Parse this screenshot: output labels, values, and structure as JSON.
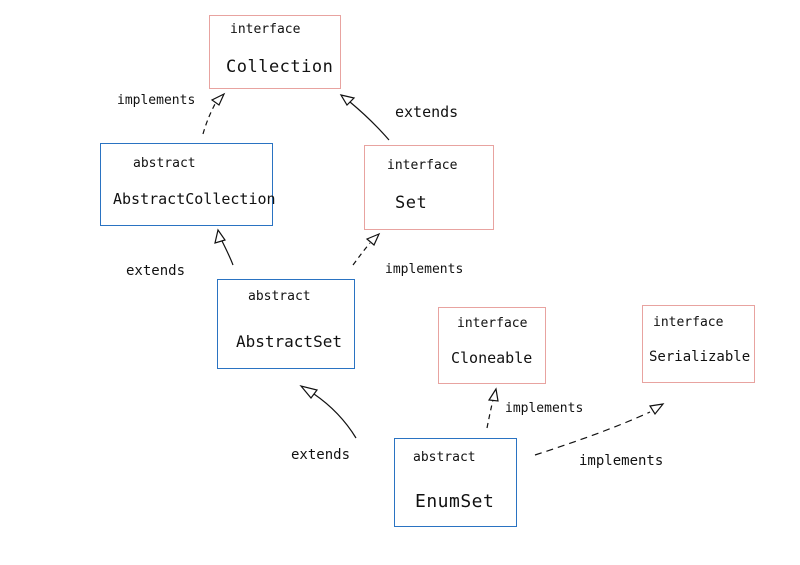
{
  "classes": {
    "collection": {
      "stereotype": "interface",
      "name": "Collection"
    },
    "abstract_collection": {
      "stereotype": "abstract",
      "name": "AbstractCollection"
    },
    "set": {
      "stereotype": "interface",
      "name": "Set"
    },
    "abstract_set": {
      "stereotype": "abstract",
      "name": "AbstractSet"
    },
    "cloneable": {
      "stereotype": "interface",
      "name": "Cloneable"
    },
    "serializable": {
      "stereotype": "interface",
      "name": "Serializable"
    },
    "enum_set": {
      "stereotype": "abstract",
      "name": "EnumSet"
    }
  },
  "relations": {
    "abstract_collection_implements_collection": "implements",
    "set_extends_collection": "extends",
    "abstract_set_extends_abstract_collection": "extends",
    "abstract_set_implements_set": "implements",
    "enum_set_implements_cloneable": "implements",
    "enum_set_implements_serializable": "implements",
    "enum_set_extends_abstract_set": "extends"
  },
  "colors": {
    "interface_border": "#e8a3a0",
    "abstract_border": "#2a73c2",
    "ink": "#111111"
  }
}
